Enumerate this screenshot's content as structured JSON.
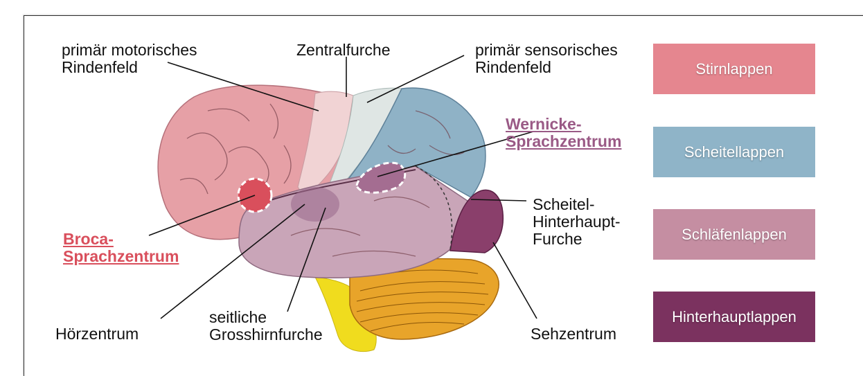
{
  "labels": {
    "motor_line1": "primär motorisches",
    "motor_line2": "Rindenfeld",
    "central": "Zentralfurche",
    "sensory_line1": "primär sensorisches",
    "sensory_line2": "Rindenfeld",
    "wernicke_line1": "Wernicke-",
    "wernicke_line2": "Sprachzentrum",
    "broca_line1": "Broca-",
    "broca_line2": "Sprachzentrum",
    "parieto_line1": "Scheitel-",
    "parieto_line2": "Hinterhaupt-",
    "parieto_line3": "Furche",
    "hearing": "Hörzentrum",
    "lateral_line1": "seitliche",
    "lateral_line2": "Grosshirnfurche",
    "vision": "Sehzentrum"
  },
  "legend": [
    {
      "label": "Stirnlappen",
      "color": "#e5868f"
    },
    {
      "label": "Scheitellappen",
      "color": "#8fb4c8"
    },
    {
      "label": "Schläfenlappen",
      "color": "#c58ea2"
    },
    {
      "label": "Hinterhauptlappen",
      "color": "#7b325f"
    }
  ],
  "colors": {
    "frontal": "#e6a0a6",
    "parietal": "#8fb2c6",
    "temporal": "#c9a5b8",
    "occipital": "#8a3f6b",
    "motor": "#f1d3d4",
    "sensory": "#dfe6e4",
    "cerebellum": "#e8a42a",
    "brainstem": "#f0dc1e",
    "broca_accent": "#d94f5c",
    "wernicke_accent": "#9a5a86"
  }
}
